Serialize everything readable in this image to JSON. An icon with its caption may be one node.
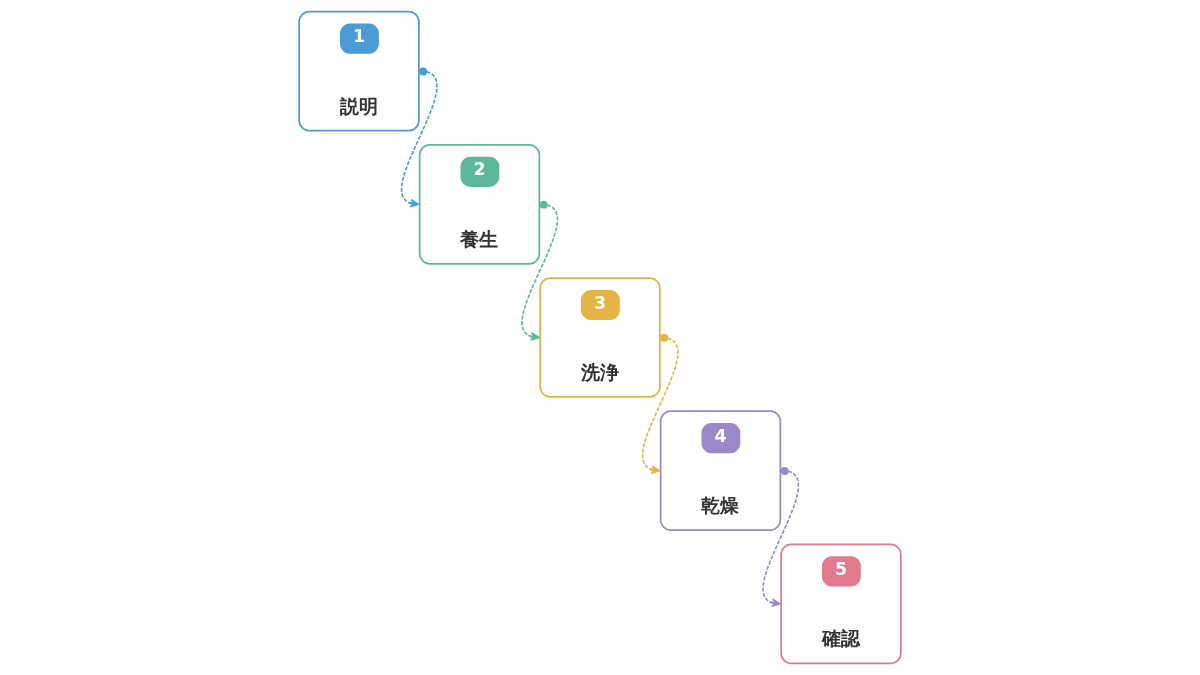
{
  "diagram": {
    "nodes": [
      {
        "text": [
          "1",
          "説明"
        ]
      },
      {
        "text": [
          "2",
          "養生"
        ]
      },
      {
        "text": [
          "3",
          "洗浄"
        ]
      },
      {
        "text": [
          "4",
          "乾燥"
        ]
      },
      {
        "text": [
          "5",
          "確認"
        ]
      }
    ],
    "edges": [
      {
        "from": 0,
        "to": 1,
        "arrow": "to",
        "style": "dashed",
        "color": "#4a9bd6"
      },
      {
        "from": 1,
        "to": 2,
        "arrow": "to",
        "style": "dashed",
        "color": "#5cb89a"
      },
      {
        "from": 2,
        "to": 3,
        "arrow": "to",
        "style": "dashed",
        "color": "#e6b443"
      },
      {
        "from": 3,
        "to": 4,
        "arrow": "to",
        "style": "dashed",
        "color": "#9a88c8"
      }
    ]
  }
}
